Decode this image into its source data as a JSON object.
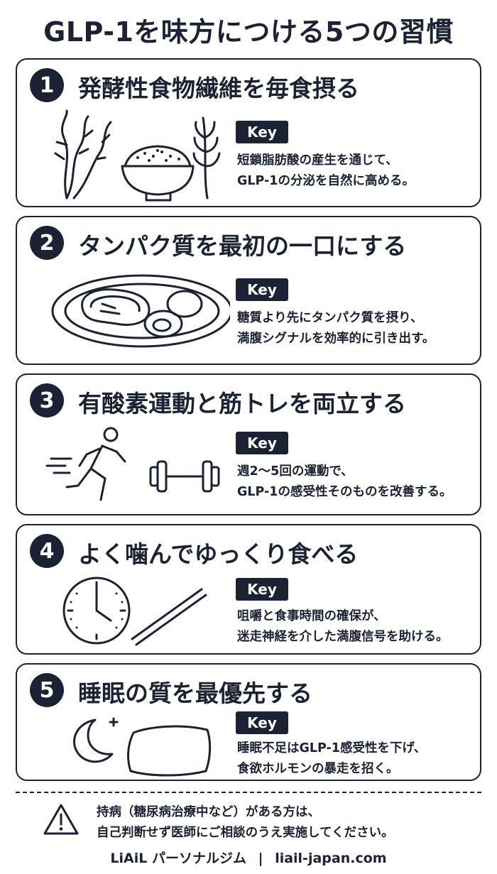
{
  "title": "GLP-1を味方につける5つの習慣",
  "key_label": "Key",
  "habits": [
    {
      "num": "1",
      "title": "発酵性食物繊維を毎食摂る",
      "icon": "seaweed-rice-grain-icon",
      "lines": [
        "短鎖脂肪酸の産生を通じて、",
        "GLP-1の分泌を自然に高める。"
      ]
    },
    {
      "num": "2",
      "title": "タンパク質を最初の一口にする",
      "icon": "steak-egg-plate-icon",
      "lines": [
        "糖質より先にタンパク質を摂り、",
        "満腹シグナルを効率的に引き出す。"
      ]
    },
    {
      "num": "3",
      "title": "有酸素運動と筋トレを両立する",
      "icon": "runner-dumbbell-icon",
      "lines": [
        "週2〜5回の運動で、",
        "GLP-1の感受性そのものを改善する。"
      ]
    },
    {
      "num": "4",
      "title": "よく噛んでゆっくり食べる",
      "icon": "clock-chopsticks-icon",
      "lines": [
        "咀嚼と食事時間の確保が、",
        "迷走神経を介した満腹信号を助ける。"
      ]
    },
    {
      "num": "5",
      "title": "睡眠の質を最優先する",
      "icon": "moon-pillow-icon",
      "lines": [
        "睡眠不足はGLP-1感受性を下げ、",
        "食欲ホルモンの暴走を招く。"
      ]
    }
  ],
  "notice": {
    "icon": "warning-icon",
    "lines": [
      "持病（糖尿病治療中など）がある方は、",
      "自己判断せず医師にご相談のうえ実施してください。"
    ]
  },
  "footer": {
    "brand": "LiAiL パーソナルジム",
    "separator": "|",
    "site": "liail-japan.com"
  },
  "colors": {
    "ink": "#1b2233",
    "background": "#ffffff"
  }
}
